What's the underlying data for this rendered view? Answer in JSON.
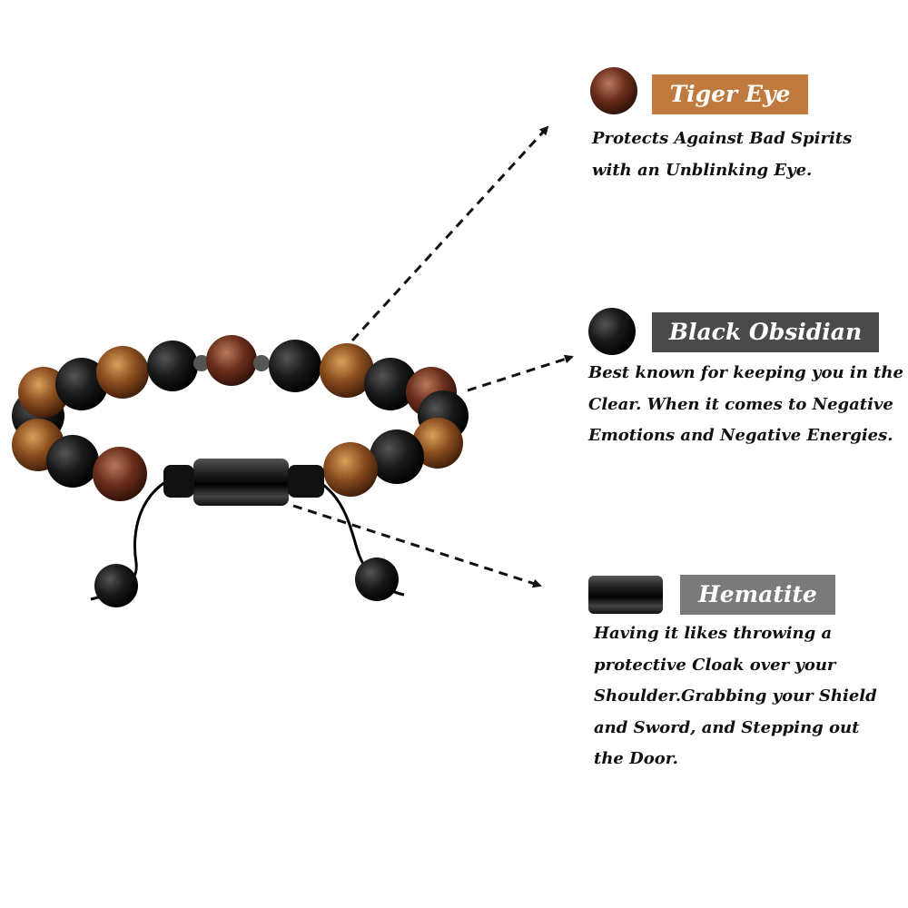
{
  "stones": [
    {
      "name": "Tiger Eye",
      "label_color": "#c07a3e",
      "description_lines": [
        "Protects Against Bad Spirits",
        "with an Unblinking Eye."
      ]
    },
    {
      "name": "Black Obsidian",
      "label_color": "#4a4a4a",
      "description_lines": [
        "Best known for keeping you in the",
        "Clear. When it comes to Negative",
        "Emotions and Negative Energies."
      ]
    },
    {
      "name": "Hematite",
      "label_color": "#7a7a7a",
      "description_lines": [
        "Having it likes throwing a",
        "protective Cloak over your",
        "Shoulder.Grabbing your Shield",
        "and Sword, and Stepping out",
        "the Door."
      ]
    }
  ]
}
